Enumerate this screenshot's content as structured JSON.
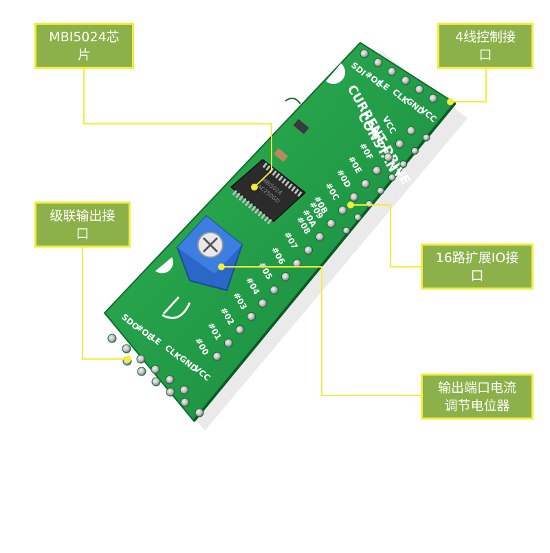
{
  "callouts": {
    "chip": "MBI5024芯\n片",
    "four_wire": "4线控制接\n口",
    "cascade": "级联输出接\n口",
    "io16": "16路扩展IO接\n口",
    "potentiometer": "输出端口电流\n调节电位器"
  },
  "board": {
    "title_line1": "CONSTANT",
    "title_line2": "CURRENT DRIVE",
    "top_header_labels": [
      "SDI",
      "#OE",
      "LE",
      "CLK",
      "GND",
      "VCC"
    ],
    "bottom_header_labels": [
      "SDO",
      "#OE",
      "LE",
      "CLK",
      "GND",
      "VCC"
    ],
    "right_column_labels": [
      "VCC",
      "GND",
      "#0F",
      "#0E",
      "#0D",
      "#0C",
      "#0B",
      "#0A"
    ],
    "left_column_labels": [
      "#09",
      "#08",
      "#07",
      "#06",
      "#05",
      "#04",
      "#03",
      "#02",
      "#01",
      "#00"
    ],
    "chip_marking_1": "MBI5024",
    "chip_marking_2": "AC250GD"
  },
  "colors": {
    "pcb": "#1f9a43",
    "callout_fill": "#8db14a",
    "callout_border": "#f2ee3a",
    "pot_blue": "#2a67c8"
  }
}
